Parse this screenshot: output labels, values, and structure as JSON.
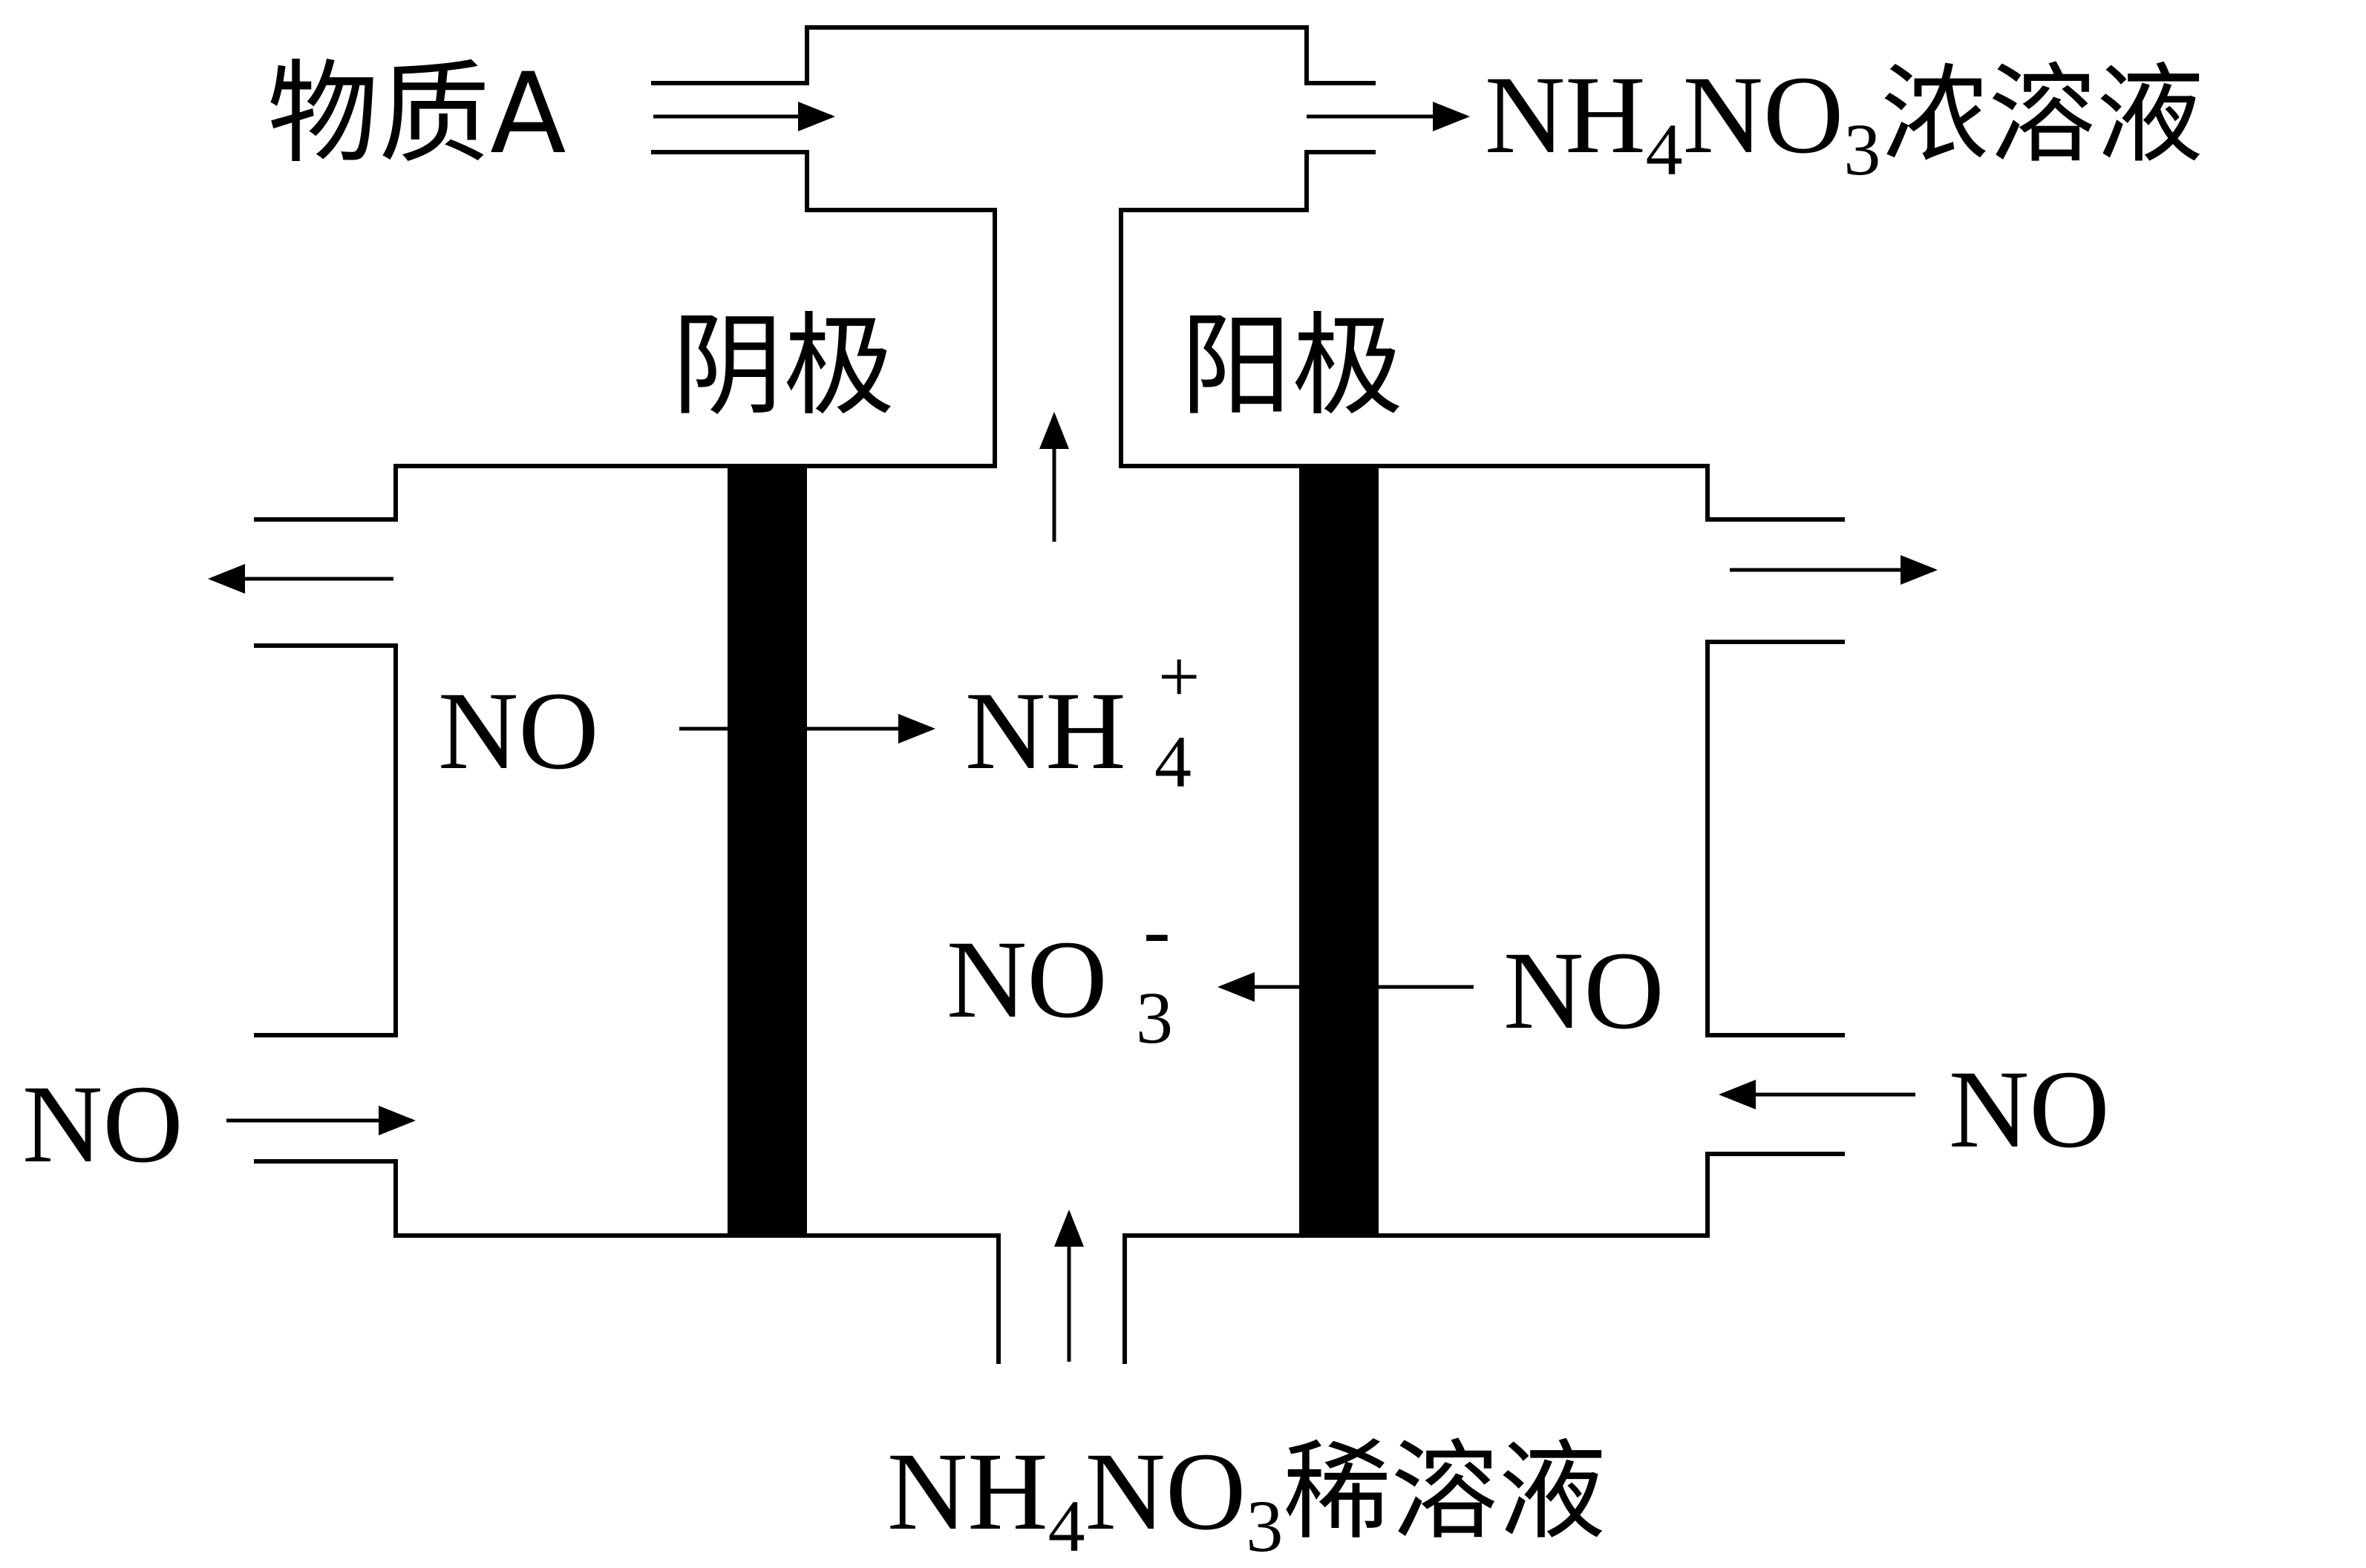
{
  "diagram": {
    "inlet_top_left": {
      "text": "物质A"
    },
    "outlet_top_right": {
      "main": "NH",
      "sub1": "4",
      "main2": "NO",
      "sub2": "3",
      "tail": "浓溶液"
    },
    "cathode_label": "阴极",
    "anode_label": "阳极",
    "cathode_reaction": {
      "reactant": "NO",
      "product_main": "NH",
      "product_sub": "4",
      "product_sup": "+"
    },
    "anode_reaction": {
      "reactant": "NO",
      "product_main": "NO",
      "product_sub": "3",
      "product_sup": "-"
    },
    "left_gas_in": "NO",
    "right_gas_in": "NO",
    "inlet_bottom": {
      "main": "NH",
      "sub1": "4",
      "main2": "NO",
      "sub2": "3",
      "tail": "稀溶液"
    },
    "colors": {
      "stroke": "#000000",
      "electrode": "#000000",
      "background": "#ffffff"
    }
  }
}
